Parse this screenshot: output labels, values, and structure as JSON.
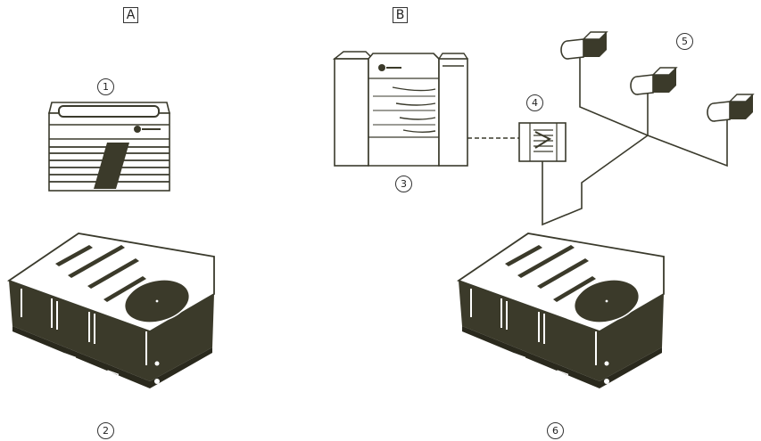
{
  "section_labels": {
    "a": "A",
    "b": "B"
  },
  "callouts": {
    "c1": "1",
    "c2": "2",
    "c3": "3",
    "c4": "4",
    "c5": "5",
    "c6": "6"
  },
  "colors": {
    "ink": "#3b3a2a",
    "line": "#3a3a2c",
    "paper": "#ffffff"
  },
  "icons": {
    "c1": "wall-mounted-indoor-unit-icon",
    "c2": "outdoor-condensing-unit-icon",
    "c3": "ducted-indoor-unit-icon",
    "c4": "controller-icon",
    "c5": "duct-outlet-icon",
    "c6": "outdoor-condensing-unit-icon"
  }
}
